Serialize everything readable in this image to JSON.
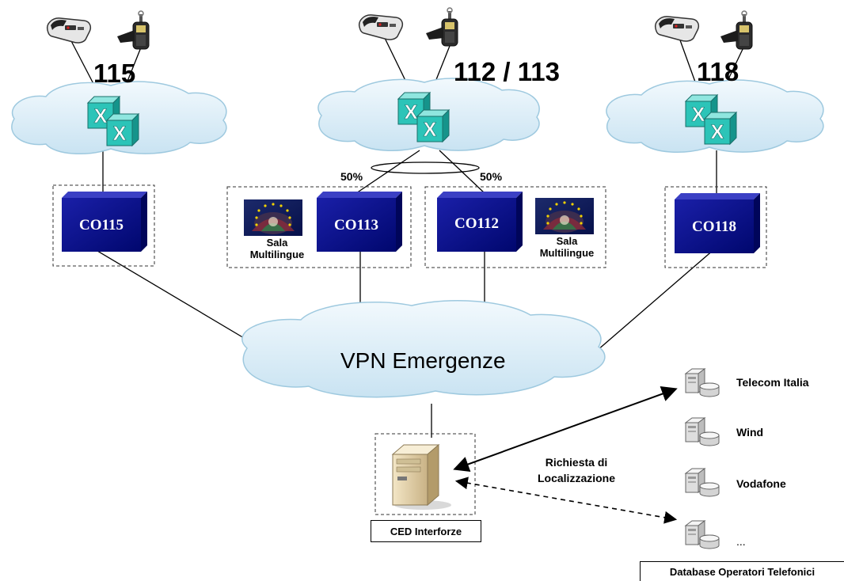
{
  "service_numbers": {
    "left": "115",
    "center": "112 / 113",
    "right": "118"
  },
  "call_centers": {
    "co115": "CO115",
    "co113": "CO113",
    "co112": "CO112",
    "co118": "CO118"
  },
  "load_split": {
    "left": "50%",
    "right": "50%"
  },
  "multilingual_room": {
    "line1": "Sala",
    "line2": "Multilingue"
  },
  "network": {
    "vpn_label": "VPN Emergenze"
  },
  "ced": {
    "label": "CED Interforze"
  },
  "request": {
    "line1": "Richiesta di",
    "line2": "Localizzazione"
  },
  "operators": {
    "items": [
      "Telecom Italia",
      "Wind",
      "Vodafone",
      "..."
    ],
    "box_label": "Database Operatori Telefonici"
  },
  "icons": {
    "phone": "landline-phone-icon",
    "mobile": "mobile-phone-icon",
    "switch": "exchange-switch-icon",
    "server": "server-icon",
    "database": "database-server-icon",
    "flag": "eu-flag-icon"
  },
  "colors": {
    "cloud_fill": "#dceef8",
    "cloud_stroke": "#9ec9df",
    "co_fill": "#000a8c",
    "switch_fill": "#2cc4b8"
  }
}
